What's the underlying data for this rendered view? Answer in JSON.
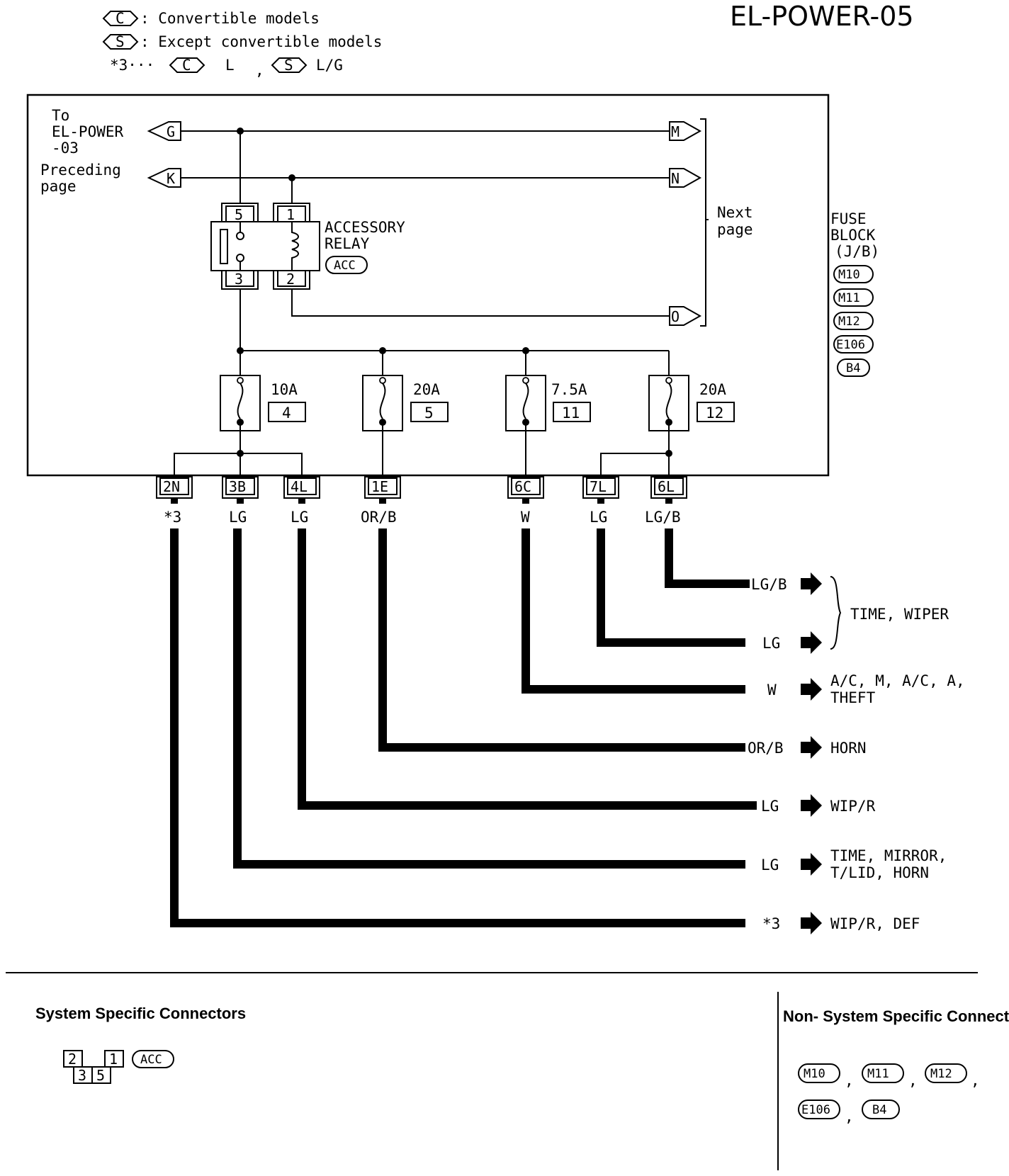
{
  "page_title": "EL-POWER-05",
  "legend": {
    "c_symbol": "C",
    "c_desc": ": Convertible models",
    "s_symbol": "S",
    "s_desc": ": Except convertible models",
    "note_prefix": "*3···",
    "note_c_color": "L",
    "note_sep": ",",
    "note_s_color": "L/G"
  },
  "left_ref": {
    "to_line1": "To",
    "to_line2": "EL-POWER",
    "to_line3": "-03",
    "to_connector": "G",
    "prev_line1": "Preceding",
    "prev_line2": "page",
    "prev_connector": "K"
  },
  "right_ref": {
    "connectors": [
      "M",
      "N",
      "O"
    ],
    "next_line1": "Next",
    "next_line2": "page"
  },
  "fuse_block": {
    "lines": [
      "FUSE",
      "BLOCK",
      "(J/B)"
    ],
    "connectors": [
      "M10",
      "M11",
      "M12",
      "E106",
      "B4"
    ]
  },
  "relay": {
    "name_line1": "ACCESSORY",
    "name_line2": "RELAY",
    "code": "ACC",
    "pins": [
      "5",
      "1",
      "3",
      "2"
    ]
  },
  "fuses": [
    {
      "rating": "10A",
      "number": "4"
    },
    {
      "rating": "20A",
      "number": "5"
    },
    {
      "rating": "7.5A",
      "number": "11"
    },
    {
      "rating": "20A",
      "number": "12"
    }
  ],
  "terminals": [
    {
      "id": "2N",
      "wire": "*3"
    },
    {
      "id": "3B",
      "wire": "LG"
    },
    {
      "id": "4L",
      "wire": "LG"
    },
    {
      "id": "1E",
      "wire": "OR/B"
    },
    {
      "id": "6C",
      "wire": "W"
    },
    {
      "id": "7L",
      "wire": "LG"
    },
    {
      "id": "6L",
      "wire": "LG/B"
    }
  ],
  "outputs": [
    {
      "wire": "LG/B",
      "dest_line1": "",
      "dest_line2": ""
    },
    {
      "wire": "LG",
      "dest_line1": "",
      "dest_line2": ""
    },
    {
      "wire": "W",
      "dest_line1": "A/C, M, A/C, A,",
      "dest_line2": "THEFT"
    },
    {
      "wire": "OR/B",
      "dest_line1": "HORN",
      "dest_line2": ""
    },
    {
      "wire": "LG",
      "dest_line1": "WIP/R",
      "dest_line2": ""
    },
    {
      "wire": "LG",
      "dest_line1": "TIME, MIRROR,",
      "dest_line2": "T/LID, HORN"
    },
    {
      "wire": "*3",
      "dest_line1": "WIP/R, DEF",
      "dest_line2": ""
    }
  ],
  "group_dest": "TIME, WIPER",
  "footer": {
    "system_title": "System Specific Connectors",
    "system_pins_top": [
      "2",
      "1"
    ],
    "system_pins_bottom": [
      "3",
      "5"
    ],
    "system_code": "ACC",
    "nonsystem_title": "Non- System Specific Connectors",
    "nonsystem_codes": [
      "M10",
      "M11",
      "M12",
      "E106",
      "B4"
    ],
    "separator": ","
  }
}
